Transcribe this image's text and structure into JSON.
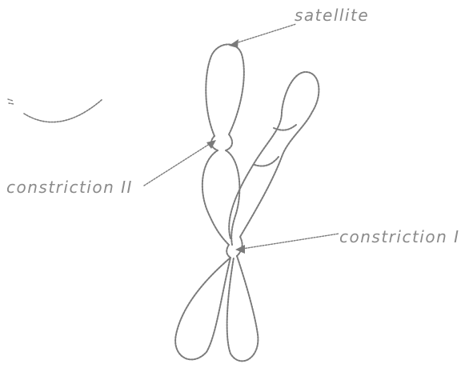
{
  "labels": {
    "satellite": "satellite",
    "constriction_2": "constriction II",
    "constriction_1": "constriction I"
  },
  "colors": {
    "outline": "#7a7a7a",
    "label": "#8a8a8a",
    "background": "#ffffff"
  }
}
